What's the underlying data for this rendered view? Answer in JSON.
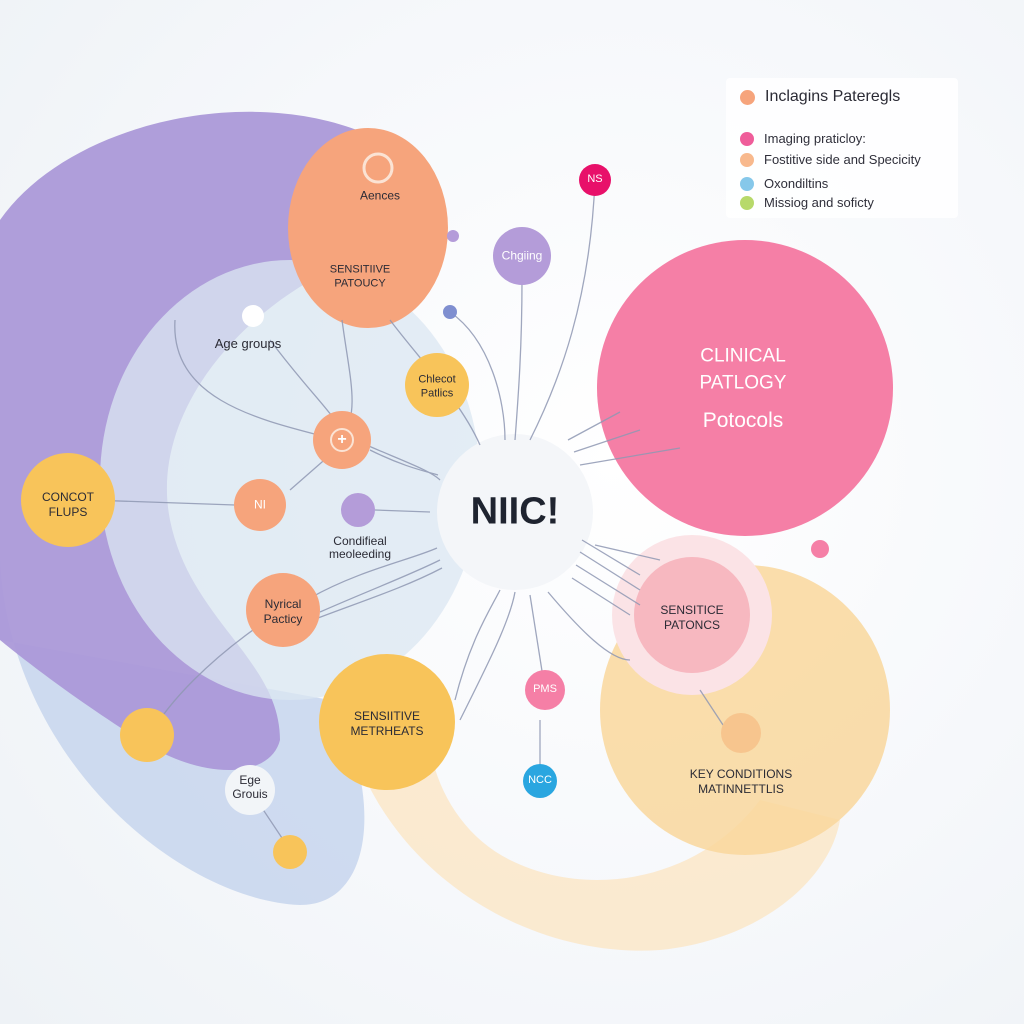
{
  "colors": {
    "purple": "#a795d6",
    "peach": "#f6a47c",
    "pink": "#f57fa6",
    "yellow": "#f8c45a",
    "light_yellow": "#f9d79c",
    "blue_light": "#b9cbe9",
    "cyan": "#2aa6e0",
    "magenta": "#e8106a",
    "lavender_node": "#b49cd9",
    "line": "#8f98b3"
  },
  "center": {
    "label": "NIIC!"
  },
  "nodes": {
    "aences": "Aences",
    "sensitive_patoucy": "SENSITIIVE\nPATOUCY",
    "ns": "NS",
    "chging": "Chgiing",
    "age_groups": "Age groups",
    "chlecot_patlics": "Chlecot\nPatlics",
    "clinical_patlogy": "CLINICAL\nPATLOGY",
    "potocols": "Potocols",
    "concot_flups": "CONCOT\nFLUPS",
    "nil": "NI",
    "condifieal": "Condifieal\nmeoleeding",
    "nyrical_pacticy": "Nyrical\nPacticy",
    "sensitice_patoncs": "SENSITICE\nPATONCS",
    "sensitive_metrheats": "SENSIITIVE\nMETRHEATS",
    "pms": "PMS",
    "ncc": "NCC",
    "ege_grouis": "Ege\nGrouis",
    "key_conditions": "KEY CONDITIONS\nMATINNETTLIS"
  },
  "legend": {
    "title": "Inclagins Pateregls",
    "items": [
      {
        "label": "Imaging praticloy:",
        "color": "#ef5d9a"
      },
      {
        "label": "Fostitive side and Specicity",
        "color": "#f8b98d"
      },
      {
        "label": "Oxondiltins",
        "color": "#86c8ea"
      },
      {
        "label": "Missiog and soficty",
        "color": "#b7d96a"
      }
    ],
    "title_color": "#f6a47c"
  }
}
